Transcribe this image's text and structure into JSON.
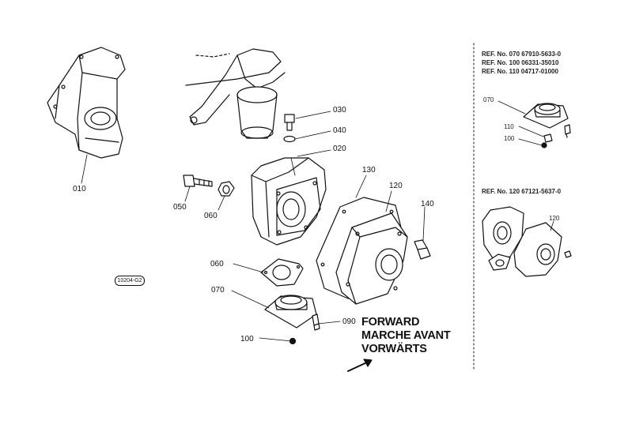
{
  "diagram": {
    "part_labels": {
      "p010": "010",
      "p020": "020",
      "p030": "030",
      "p040": "040",
      "p050": "050",
      "p060a": "060",
      "p060b": "060",
      "p070": "070",
      "p090": "090",
      "p100": "100",
      "p120": "120",
      "p130": "130",
      "p140": "140"
    },
    "direction": {
      "line1": "FORWARD",
      "line2": "MARCHE AVANT",
      "line3": "VORWÄRTS"
    },
    "drawing_code": "10204-G2",
    "reference_panel": {
      "group1": {
        "ref070": "REF. No. 070 67910-5633-0",
        "ref100": "REF. No. 100 06331-35010",
        "ref110": "REF. No. 110 04717-01000"
      },
      "inset1_labels": {
        "l070": "070",
        "l110": "110",
        "l100": "100"
      },
      "group2": {
        "ref120": "REF. No. 120 67121-5637-0"
      },
      "inset2_labels": {
        "l120": "120"
      }
    }
  }
}
